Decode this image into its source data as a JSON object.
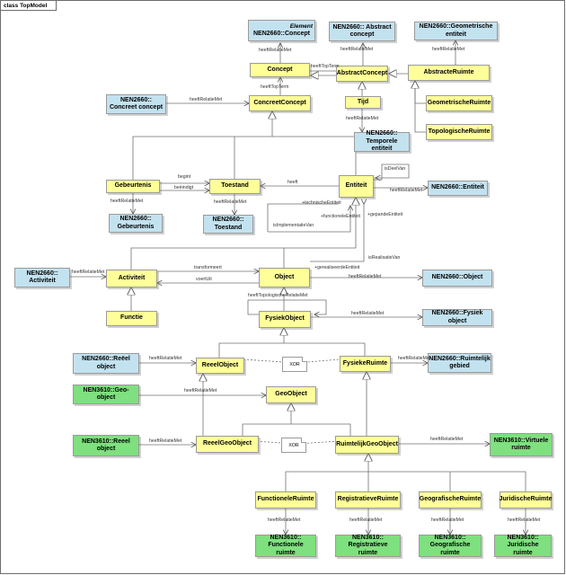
{
  "frame": {
    "title": "class TopModel"
  },
  "boxes": {
    "nen2660_concept": {
      "stereotype": "Element",
      "title": "NEN2660::Concept"
    },
    "nen2660_abstract_concept": {
      "title": "NEN2660:: Abstract concept"
    },
    "nen2660_geometrische_entiteit": {
      "title": "NEN2660::Geometrische entiteit"
    },
    "concept": {
      "title": "Concept"
    },
    "abstract_concept": {
      "title": "AbstractConcept"
    },
    "abstracte_ruimte": {
      "title": "AbstracteRuimte"
    },
    "nen2660_concreet_concept": {
      "title": "NEN2660:: Concreet concept"
    },
    "concreet_concept": {
      "title": "ConcreetConcept"
    },
    "tijd": {
      "title": "Tijd"
    },
    "geometrische_ruimte": {
      "title": "GeometrischeRuimte"
    },
    "topologische_ruimte": {
      "title": "TopologischeRuimte"
    },
    "nen2660_temporele_entiteit": {
      "title": "NEN2660:: Temporele entiteit"
    },
    "gebeurtenis": {
      "title": "Gebeurtenis"
    },
    "toestand": {
      "title": "Toestand"
    },
    "entiteit": {
      "title": "Entiteit"
    },
    "nen2660_entiteit": {
      "title": "NEN2660::Entiteit"
    },
    "nen2660_gebeurtenis": {
      "title": "NEN2660:: Gebeurtenis"
    },
    "nen2660_toestand": {
      "title": "NEN2660:: Toestand"
    },
    "nen2660_activiteit": {
      "title": "NEN2660:: Activiteit"
    },
    "activiteit": {
      "title": "Activiteit"
    },
    "object": {
      "title": "Object"
    },
    "nen2660_object": {
      "title": "NEN2660::Object"
    },
    "functie": {
      "title": "Functie"
    },
    "fysiek_object": {
      "title": "FysiekObject"
    },
    "nen2660_fysiek_object": {
      "title": "NEN2660::Fysiek object"
    },
    "nen2660_reeel_object": {
      "title": "NEN2660::Reëel object"
    },
    "reeel_object": {
      "title": "ReeelObject"
    },
    "fysieke_ruimte": {
      "title": "FysiekeRuimte"
    },
    "nen2660_ruimtelijk_gebied": {
      "title": "NEN2660::Ruimtelijk gebied"
    },
    "nen3610_geo_object": {
      "title": "NEN3610::Geo-object"
    },
    "geo_object": {
      "title": "GeoObject"
    },
    "nen3610_reeel_object": {
      "title": "NEN3610::Reeel object"
    },
    "reeel_geo_object": {
      "title": "ReeelGeoObject"
    },
    "ruimtelijk_geo_object": {
      "title": "RuimtelijkGeoObject"
    },
    "nen3610_virtuele_ruimte": {
      "title": "NEN3610::Virtuele ruimte"
    },
    "functionele_ruimte": {
      "title": "FunctioneleRuimte"
    },
    "registratieve_ruimte": {
      "title": "RegistratieveRuimte"
    },
    "geografische_ruimte": {
      "title": "GeografischeRuimte"
    },
    "juridische_ruimte": {
      "title": "JuridischeRuimte"
    },
    "nen3610_functionele_ruimte": {
      "title": "NEN3610:: Functionele ruimte"
    },
    "nen3610_registratieve_ruimte": {
      "title": "NEN3610:: Registratieve ruimte"
    },
    "nen3610_geografische_ruimte": {
      "title": "NEN3610:: Geografische ruimte"
    },
    "nen3610_juridische_ruimte": {
      "title": "NEN3610:: Juridische ruimte"
    }
  },
  "labels": {
    "hrv_concept": "heeftRelatieMet",
    "hrv_abstract": "heeftRelatieMet",
    "hrv_geometrisch": "heeftRelatieMet",
    "heeft_top_term_1": "heeftTopTerm",
    "heeft_top_term_2": "heeftTopTerm",
    "hrv_concreet": "heeftRelatieMet",
    "hrv_tijd": "heeftRelatieMet",
    "is_deel_van": "isDeelVan",
    "begint": "begint",
    "beeindigt": "beëindigt",
    "heeft": "heeft",
    "hrv_entiteit": "heeftRelatieMet",
    "hrv_gebeurtenis": "heeftRelatieMet",
    "hrv_toestand": "heeftRelatieMet",
    "technische_entiteit": "+technischeEntiteit",
    "functionele_entiteit": "+functioneleEntiteit",
    "implementatie_van": "isImplementatieVan",
    "gerealiseerde_entiteit": "+gerealiseerdeEntiteit",
    "gepande_entiteit": "+gepandeEntiteit",
    "is_realisatie_van": "isRealisatieVan",
    "hrv_activiteit": "heeftRelatieMet",
    "transformeert": "transformeert",
    "voert_uit": "voertUit",
    "hrv_object": "heeftRelatieMet",
    "heeft_topologische_relatie_met": "heeftTopologischeRelatieMet",
    "hrv_fysiek": "heeftRelatieMet",
    "hrv_reeel": "heeftRelatieMet",
    "hrv_ruimtelijk": "heeftRelatieMet",
    "hrv_geo": "heeftRelatieMet",
    "hrv_reeel_geo": "heeftRelatieMet",
    "hrv_virtueel": "heeftRelatieMet",
    "hrv_functioneel": "heeftRelatieMet",
    "hrv_registratief": "heeftRelatieMet",
    "hrv_geografisch": "heeftRelatieMet",
    "hrv_juridisch": "heeftRelatieMet"
  },
  "notes": {
    "xor_1": "XOR",
    "xor_2": "XOR"
  }
}
